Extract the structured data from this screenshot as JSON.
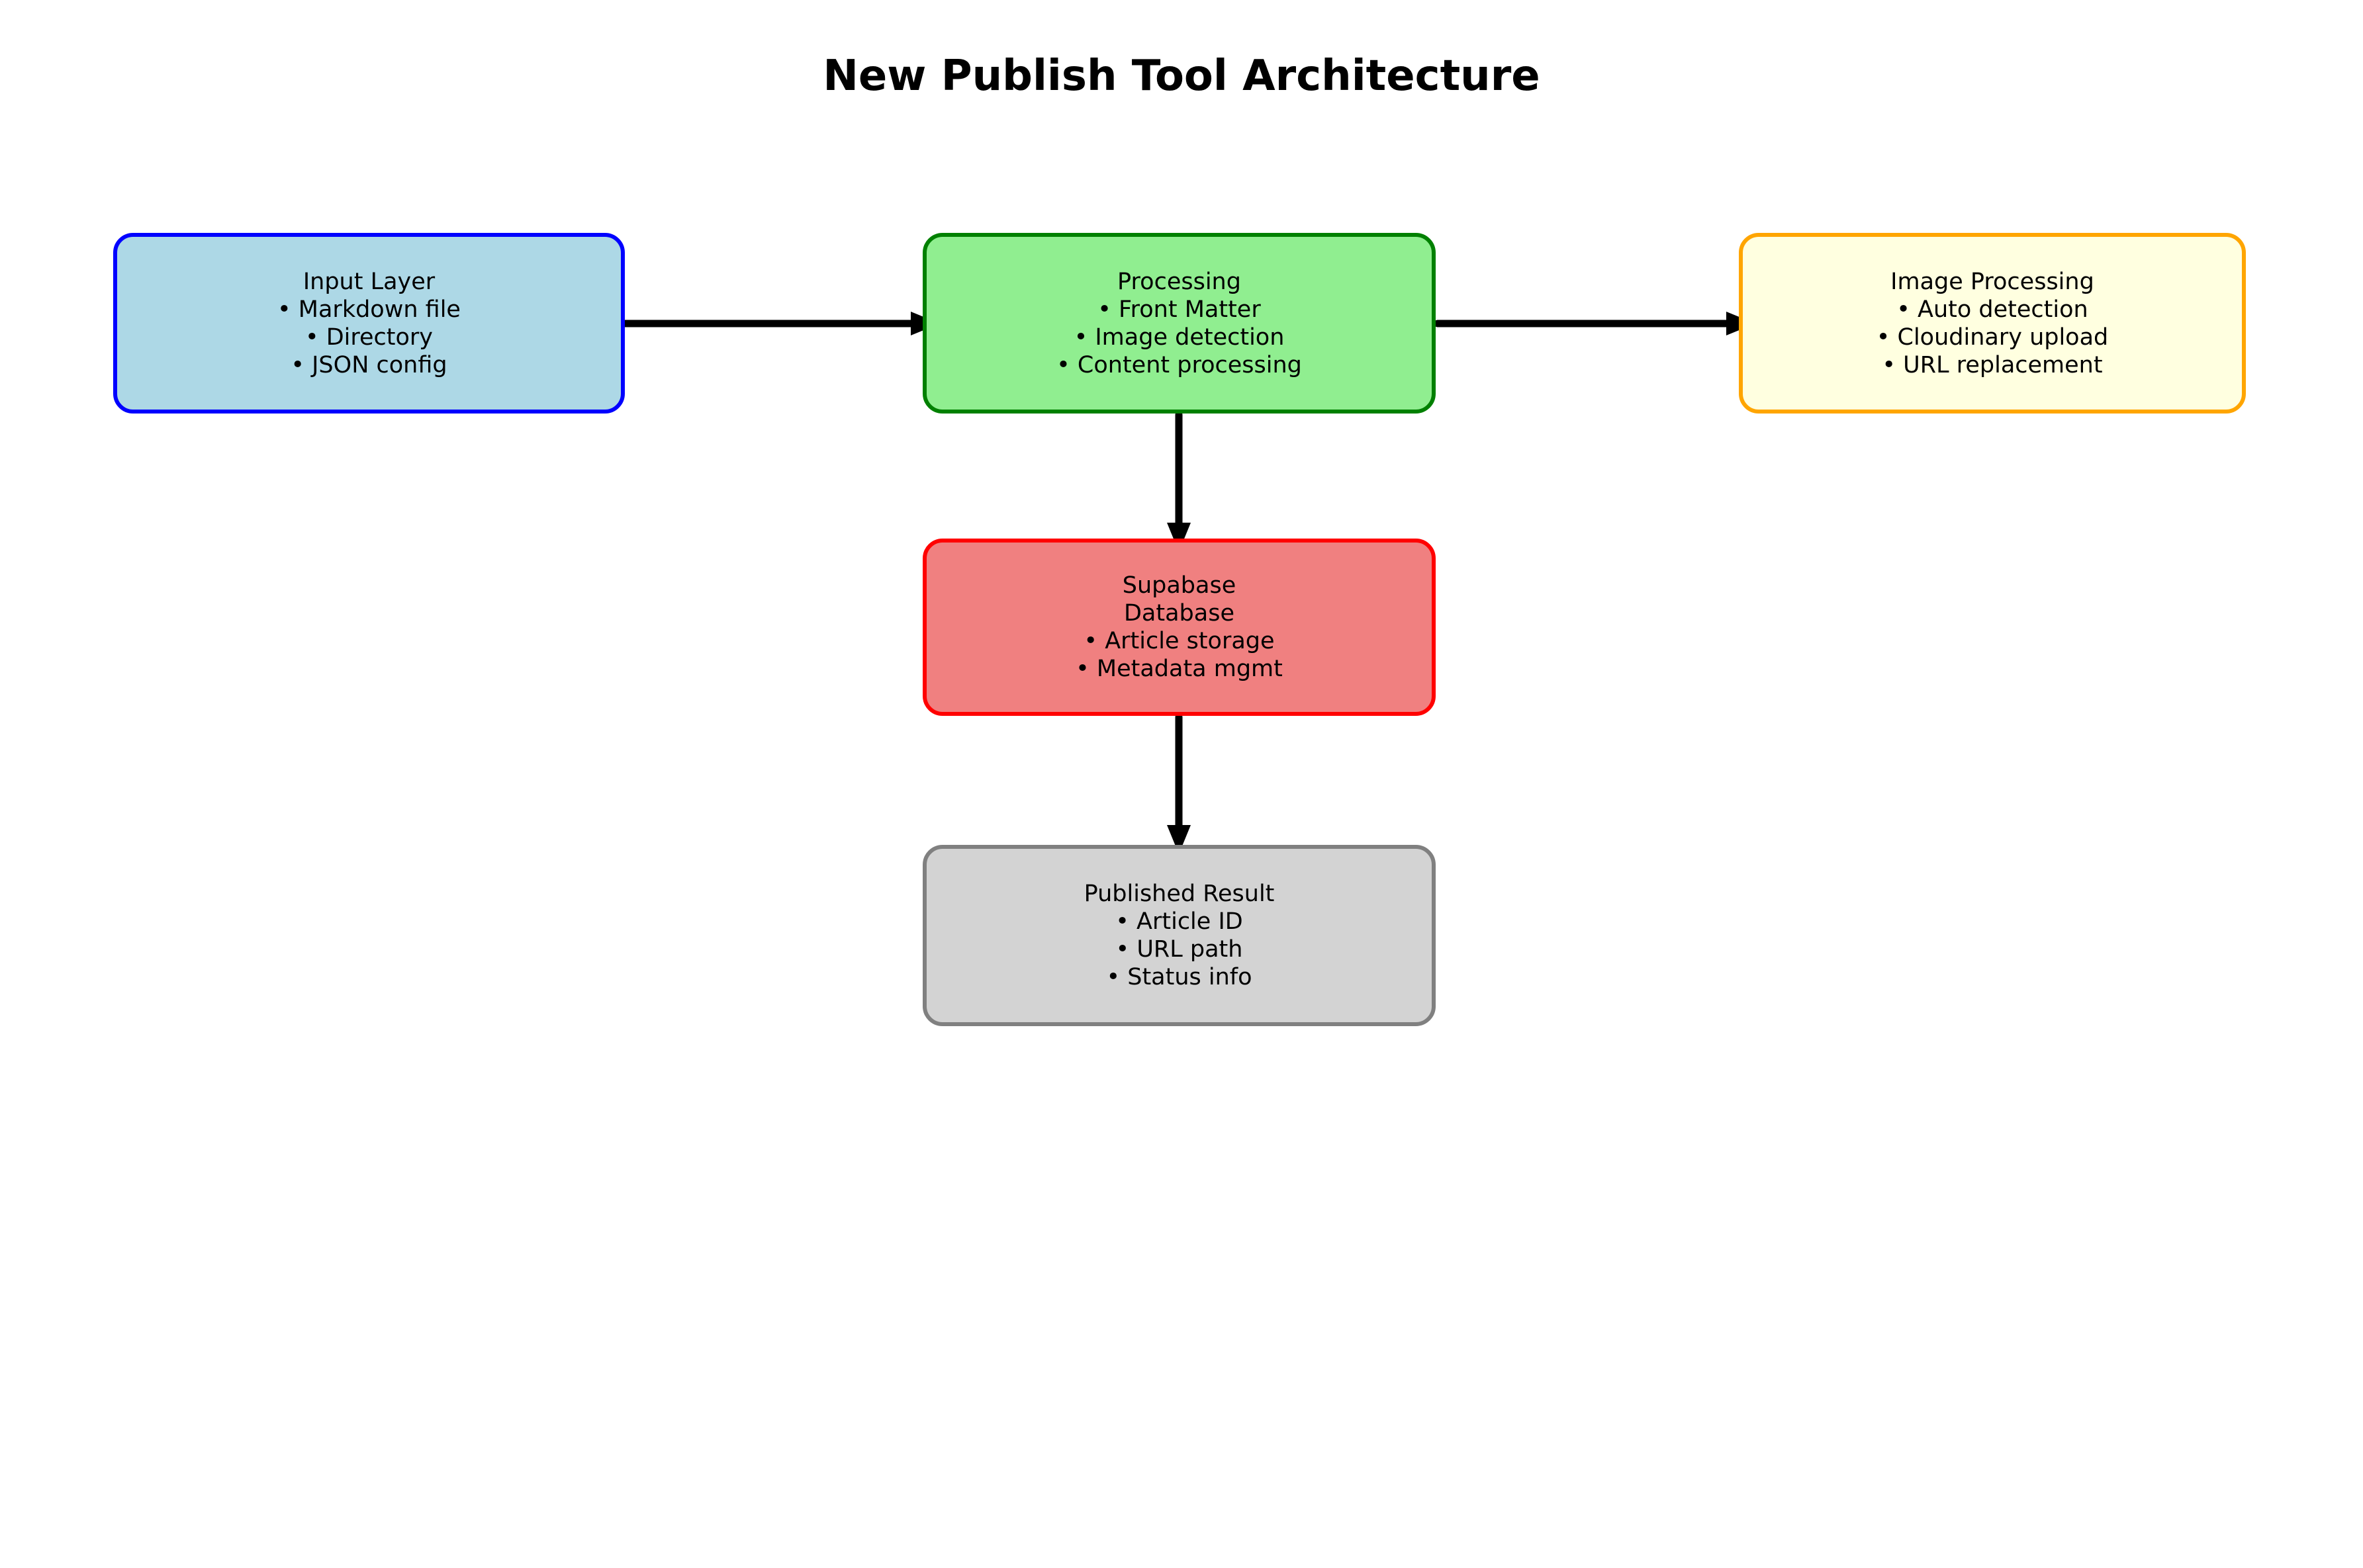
{
  "title": "New Publish Tool Architecture",
  "nodes": [
    {
      "id": "input-layer",
      "title_lines": [
        "Input Layer"
      ],
      "items": [
        "• Markdown file",
        "• Directory",
        "• JSON config"
      ],
      "fill": "#ADD8E6",
      "border": "#0000FF"
    },
    {
      "id": "processing",
      "title_lines": [
        "Processing"
      ],
      "items": [
        "• Front Matter",
        "• Image detection",
        "• Content processing"
      ],
      "fill": "#90EE90",
      "border": "#008000"
    },
    {
      "id": "image-processing",
      "title_lines": [
        "Image Processing"
      ],
      "items": [
        "• Auto detection",
        "• Cloudinary upload",
        "• URL replacement"
      ],
      "fill": "#FFFFE0",
      "border": "#FFA500"
    },
    {
      "id": "supabase-database",
      "title_lines": [
        "Supabase",
        "Database"
      ],
      "items": [
        "• Article storage",
        "• Metadata mgmt"
      ],
      "fill": "#F08080",
      "border": "#FF0000"
    },
    {
      "id": "published-result",
      "title_lines": [
        "Published Result"
      ],
      "items": [
        "• Article ID",
        "• URL path",
        "• Status info"
      ],
      "fill": "#D3D3D3",
      "border": "#808080"
    }
  ],
  "arrows": [
    {
      "from": "input-layer",
      "to": "processing"
    },
    {
      "from": "processing",
      "to": "image-processing"
    },
    {
      "from": "processing",
      "to": "supabase-database"
    },
    {
      "from": "supabase-database",
      "to": "published-result"
    }
  ],
  "arrow_color": "#000000"
}
